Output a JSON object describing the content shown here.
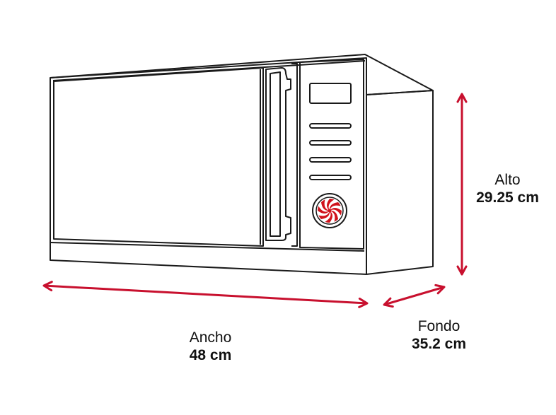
{
  "colors": {
    "outline": "#1a1a1a",
    "dimension": "#c8102e",
    "knob_swirl": "#d0121b",
    "background": "#ffffff"
  },
  "dimensions": {
    "alto": {
      "name": "Alto",
      "value": "29.25 cm"
    },
    "ancho": {
      "name": "Ancho",
      "value": "48 cm"
    },
    "fondo": {
      "name": "Fondo",
      "value": "35.2 cm"
    }
  },
  "icons": {
    "appliance": "microwave-oven-icon",
    "knob": "control-knob-icon"
  }
}
